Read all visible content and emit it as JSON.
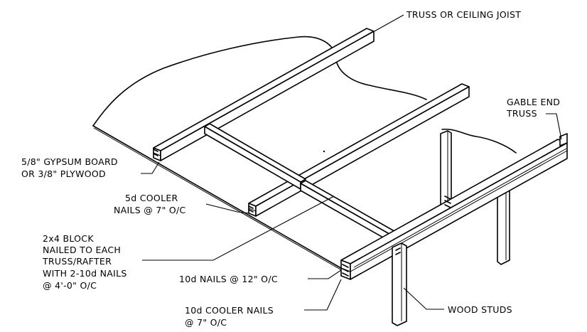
{
  "labels": {
    "truss_joist": "TRUSS OR CEILING JOIST",
    "gable_end_1": "GABLE END",
    "gable_end_2": "TRUSS",
    "gypsum_1": "5/8\" GYPSUM BOARD",
    "gypsum_2": "OR 3/8\" PLYWOOD",
    "cooler5d_1": "5d COOLER",
    "cooler5d_2": "NAILS @ 7\" O/C",
    "block_1": "2x4 BLOCK",
    "block_2": "NAILED TO EACH",
    "block_3": "TRUSS/RAFTER",
    "block_4": "WITH 2-10d NAILS",
    "block_5": "@ 4'-0\" O/C",
    "nails10d": "10d NAILS @ 12\" O/C",
    "cooler10d_1": "10d COOLER NAILS",
    "cooler10d_2": "@ 7\" O/C",
    "wood_studs": "WOOD STUDS"
  }
}
